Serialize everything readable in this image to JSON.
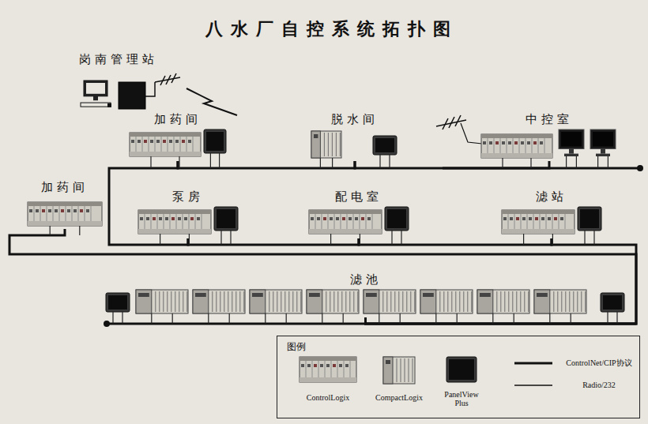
{
  "diagram": {
    "title": "八水厂自控系统拓扑图",
    "nodes": [
      {
        "text": [
          "岗南管理站"
        ]
      },
      {
        "text": [
          "加药间"
        ]
      },
      {
        "text": [
          "脱水间"
        ]
      },
      {
        "text": [
          "中控室"
        ]
      },
      {
        "text": [
          "加药间"
        ]
      },
      {
        "text": [
          "泵房"
        ]
      },
      {
        "text": [
          "配电室"
        ]
      },
      {
        "text": [
          "滤站"
        ]
      },
      {
        "text": [
          "滤池"
        ]
      }
    ],
    "edges": [
      {
        "from": 1,
        "to": 2,
        "arrow": "none"
      },
      {
        "from": 2,
        "to": 3,
        "arrow": "none"
      },
      {
        "from": 1,
        "to": 5,
        "arrow": "none"
      },
      {
        "from": 5,
        "to": 6,
        "arrow": "none"
      },
      {
        "from": 6,
        "to": 7,
        "arrow": "none"
      },
      {
        "from": 7,
        "to": 8,
        "arrow": "none"
      },
      {
        "from": 4,
        "to": 8,
        "arrow": "none"
      }
    ],
    "labels": [
      "图例"
    ],
    "legend": [
      {
        "text": "ControlLogix"
      },
      {
        "text": "CompactLogix"
      },
      {
        "text": "PanelView Plus"
      },
      {
        "text": "ControlNet/CIP协议"
      },
      {
        "text": "Radio/232"
      }
    ]
  }
}
